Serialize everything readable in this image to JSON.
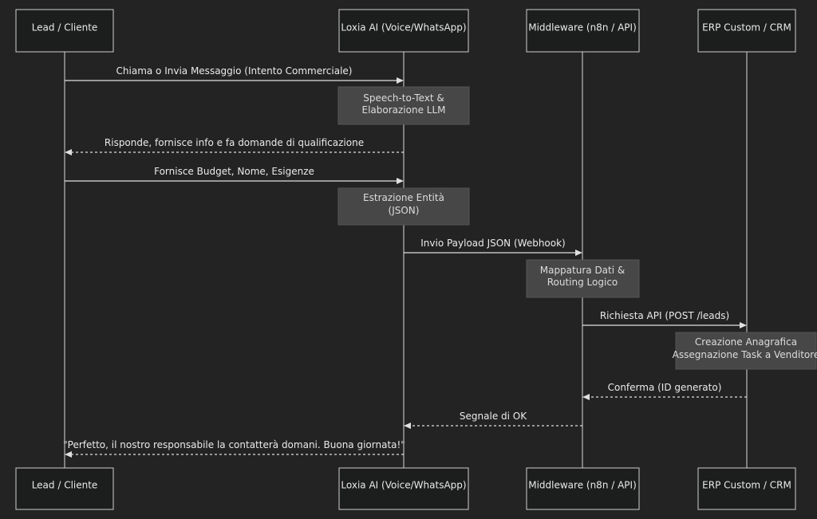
{
  "participants": [
    {
      "id": "lead",
      "label": "Lead / Cliente"
    },
    {
      "id": "loxia",
      "label": "Loxia AI (Voice/WhatsApp)"
    },
    {
      "id": "middleware",
      "label": "Middleware (n8n / API)"
    },
    {
      "id": "erp",
      "label": "ERP Custom / CRM"
    }
  ],
  "messages": [
    {
      "from": "lead",
      "to": "loxia",
      "label": "Chiama o Invia Messaggio (Intento Commerciale)",
      "style": "solid"
    },
    {
      "from": "loxia",
      "to": "lead",
      "label": "Risponde, fornisce info e fa domande di qualificazione",
      "style": "dashed"
    },
    {
      "from": "lead",
      "to": "loxia",
      "label": "Fornisce Budget, Nome, Esigenze",
      "style": "solid"
    },
    {
      "from": "loxia",
      "to": "middleware",
      "label": "Invio Payload JSON (Webhook)",
      "style": "solid"
    },
    {
      "from": "middleware",
      "to": "erp",
      "label": "Richiesta API (POST /leads)",
      "style": "solid"
    },
    {
      "from": "erp",
      "to": "middleware",
      "label": "Conferma (ID generato)",
      "style": "dashed"
    },
    {
      "from": "middleware",
      "to": "loxia",
      "label": "Segnale di OK",
      "style": "dashed"
    },
    {
      "from": "loxia",
      "to": "lead",
      "label": "\"Perfetto, il nostro responsabile la contatterà domani. Buona giornata!\"",
      "style": "dashed"
    }
  ],
  "notes": [
    {
      "over": "loxia",
      "lines": [
        "Speech-to-Text &",
        "Elaborazione LLM"
      ]
    },
    {
      "over": "loxia",
      "lines": [
        "Estrazione Entità",
        "(JSON)"
      ]
    },
    {
      "over": "middleware",
      "lines": [
        "Mappatura Dati &",
        "Routing Logico"
      ]
    },
    {
      "over": "erp",
      "lines": [
        "Creazione Anagrafica",
        "Assegnazione Task a Venditore"
      ]
    }
  ]
}
